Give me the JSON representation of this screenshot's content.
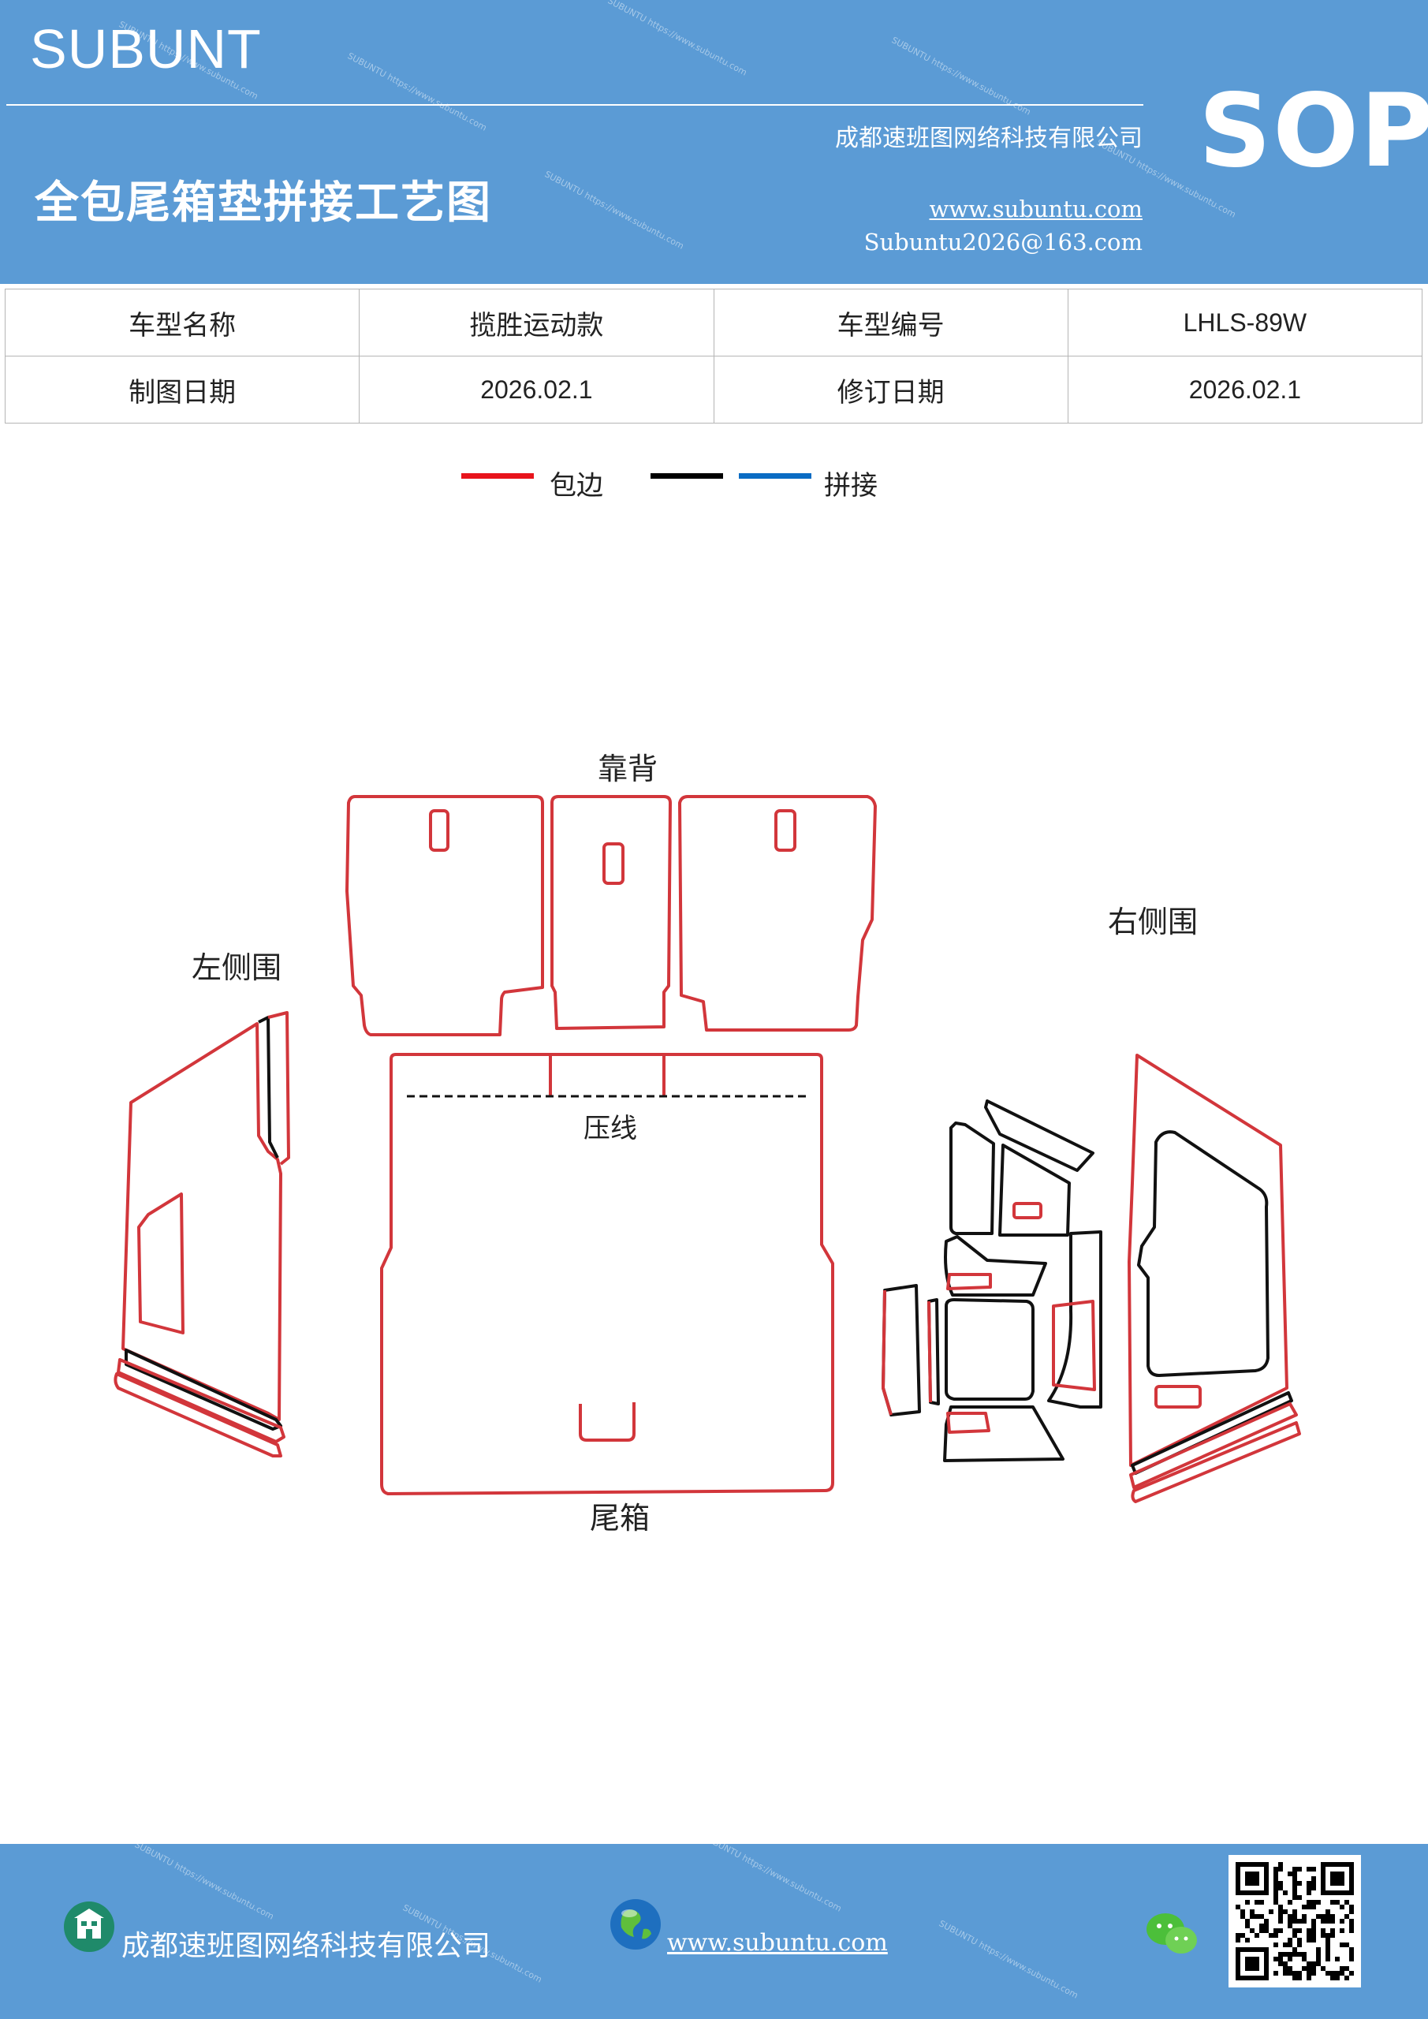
{
  "header": {
    "brand": "SUBUNT",
    "title": "全包尾箱垫拼接工艺图",
    "company": "成都速班图网络科技有限公司",
    "website": "www.subuntu.com",
    "email": "Subuntu2026@163.com",
    "badge": "SOP",
    "watermark": "SUBUNTU https://www.subuntu.com"
  },
  "info_table": {
    "rows": [
      [
        "车型名称",
        "揽胜运动款",
        "车型编号",
        "LHLS-89W"
      ],
      [
        "制图日期",
        "2026.02.1",
        "修订日期",
        "2026.02.1"
      ]
    ]
  },
  "legend": {
    "items": [
      {
        "label": "包边",
        "color": "#e8141c"
      },
      {
        "label": "",
        "color": "#000000"
      },
      {
        "label": "拼接",
        "color": "#0a6cc4"
      }
    ]
  },
  "diagram": {
    "labels": {
      "back": "靠背",
      "left": "左侧围",
      "right": "右侧围",
      "press": "压线",
      "trunk": "尾箱"
    },
    "colors": {
      "edge": "#d2363b",
      "seam": "#111111"
    }
  },
  "footer": {
    "company": "成都速班图网络科技有限公司",
    "website": "www.subuntu.com"
  }
}
